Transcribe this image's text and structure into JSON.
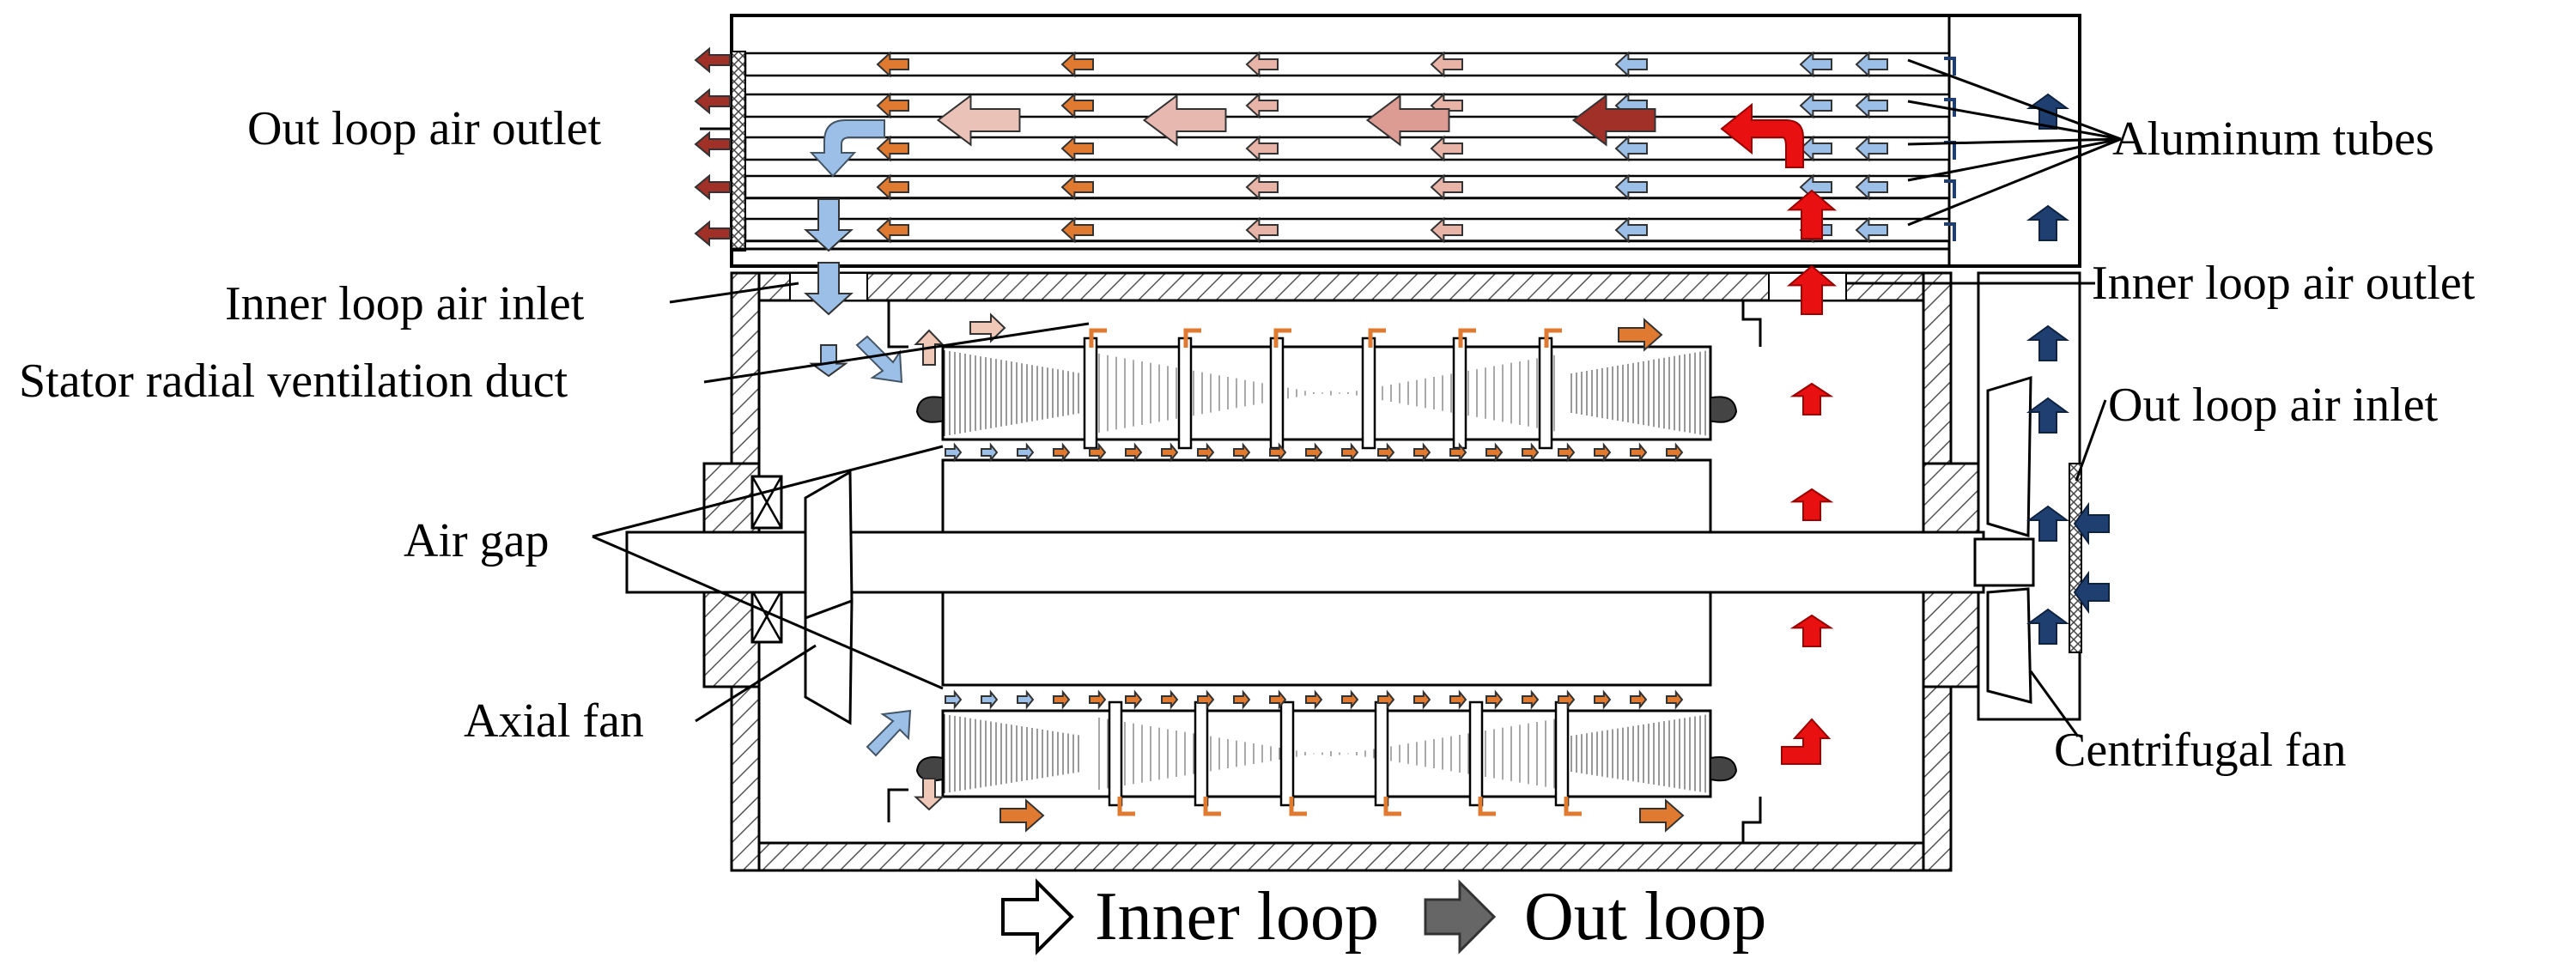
{
  "labels": {
    "out_loop_air_outlet": "Out loop air outlet",
    "aluminum_tubes": "Aluminum tubes",
    "inner_loop_air_inlet": "Inner loop air inlet",
    "inner_loop_air_outlet": "Inner loop air outlet",
    "stator_radial_ventilation_duct": "Stator radial ventilation duct",
    "out_loop_air_inlet": "Out loop air inlet",
    "air_gap": "Air gap",
    "axial_fan": "Axial fan",
    "centrifugal_fan": "Centrifugal fan"
  },
  "legend": {
    "inner_loop": "Inner loop",
    "out_loop": "Out loop"
  },
  "colors": {
    "cold_blue": "#9bbfe6",
    "warm_pink": "#e8b4a8",
    "warm_orange": "#e07a30",
    "hot_red": "#e81010",
    "dark_red": "#a03028",
    "out_loop_navy": "#1f3f70",
    "legend_gray": "#666666",
    "hatch": "#555555"
  }
}
